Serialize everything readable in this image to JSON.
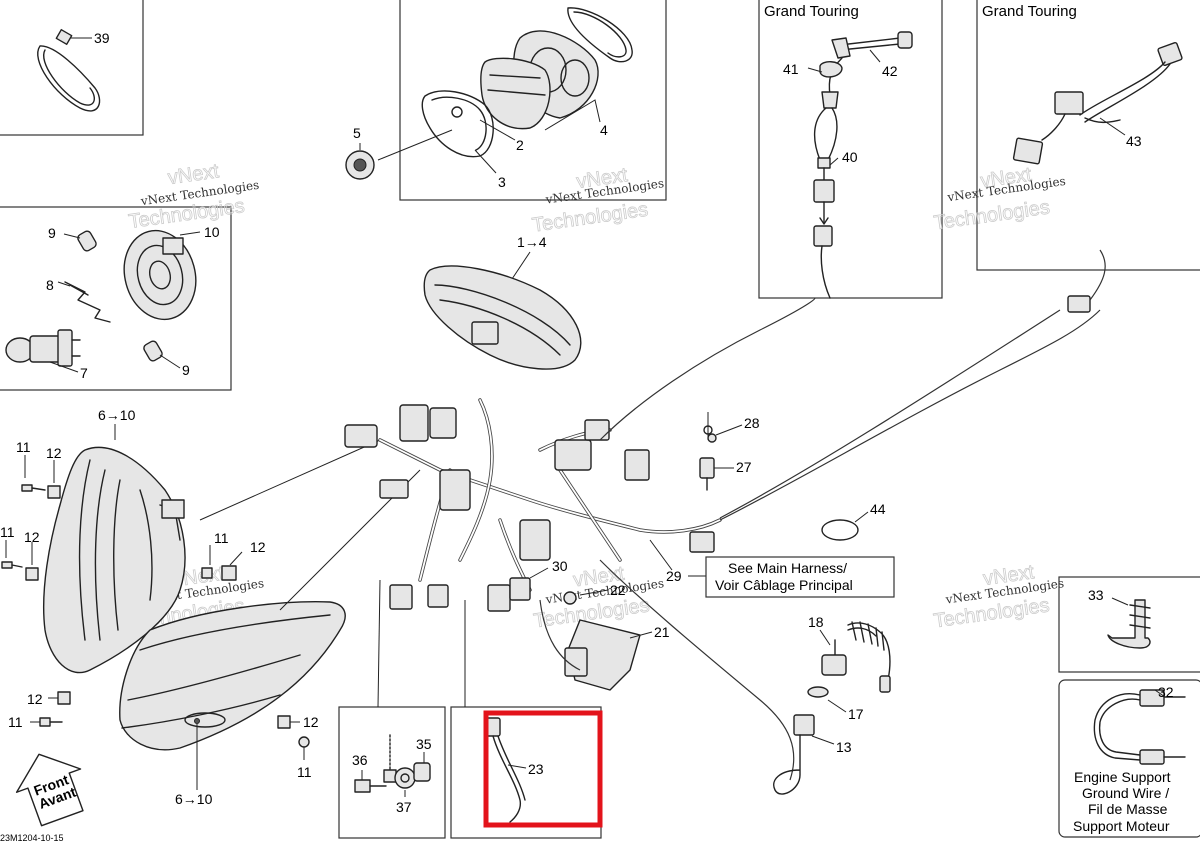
{
  "panels": {
    "grand_touring_left": "Grand Touring",
    "grand_touring_right": "Grand Touring"
  },
  "callouts": {
    "main_harness_line1": "See Main Harness/",
    "main_harness_line2": "Voir Câblage Principal",
    "ground_wire_line1": "Engine Support",
    "ground_wire_line2": "Ground Wire /",
    "ground_wire_line3": "Fil de Masse",
    "ground_wire_line4": "Support Moteur"
  },
  "labels": {
    "n39": "39",
    "n5": "5",
    "n2": "2",
    "n3": "3",
    "n4": "4",
    "n1to4": "1→4",
    "n41": "41",
    "n42": "42",
    "n40": "40",
    "n43": "43",
    "n9a": "9",
    "n10": "10",
    "n8": "8",
    "n7": "7",
    "n9b": "9",
    "n6to10a": "6→10",
    "n11a": "11",
    "n12a": "12",
    "n11b": "11",
    "n12b": "12",
    "n11c": "11",
    "n12c": "12",
    "n12d": "12",
    "n11d": "11",
    "n12e": "12",
    "n11e": "11",
    "n6to10b": "6→10",
    "n28": "28",
    "n27": "27",
    "n44": "44",
    "n29": "29",
    "n30": "30",
    "n22": "22",
    "n21": "21",
    "n18": "18",
    "n17": "17",
    "n13": "13",
    "n33": "33",
    "n32": "32",
    "n36": "36",
    "n35": "35",
    "n37": "37",
    "n23": "23"
  },
  "front_arrow": {
    "line1": "Front",
    "line2": "Avant"
  },
  "watermark": {
    "text": "vNext Technologies",
    "big_line1": "vNext",
    "big_line2": "Technologies"
  },
  "doc_id": "23M1204-10-15",
  "colors": {
    "highlight": "#e3131b",
    "line": "#222222"
  }
}
